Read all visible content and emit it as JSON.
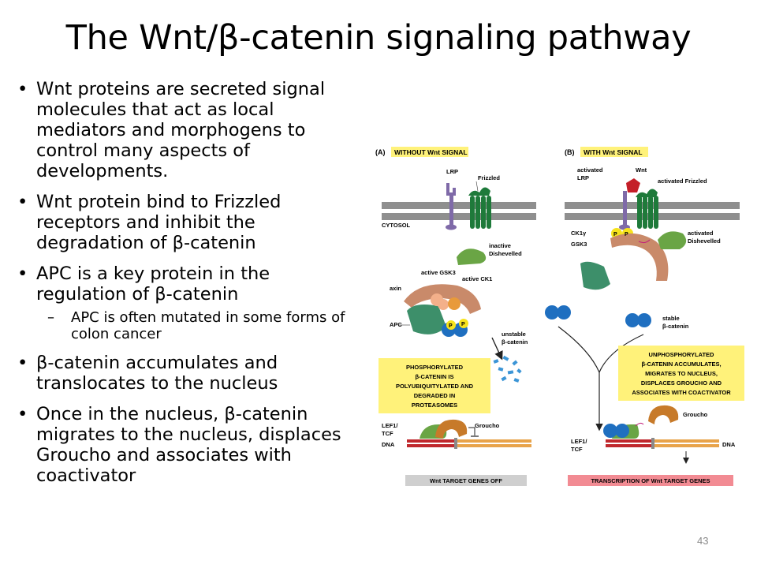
{
  "slide": {
    "title": "The Wnt/β-catenin signaling pathway",
    "page_number": "43"
  },
  "bullets": [
    {
      "text": "Wnt proteins are secreted signal molecules that act as local mediators and morphogens to control many aspects of developments."
    },
    {
      "text": "Wnt protein bind to Frizzled receptors and inhibit the degradation of β-catenin"
    },
    {
      "text": "APC is a key protein in the regulation of β-catenin",
      "sub": "APC is often mutated in some forms of colon cancer"
    },
    {
      "text": "β-catenin accumulates and translocates to the nucleus"
    },
    {
      "text": "Once in the nucleus, β-catenin migrates to the nucleus, displaces Groucho and associates with coactivator"
    }
  ],
  "sub_dash": "–",
  "figure": {
    "panel_a": {
      "letter": "(A)",
      "title": "WITHOUT Wnt SIGNAL",
      "labels": {
        "lrp": "LRP",
        "frizzled": "Frizzled",
        "cytosol": "CYTOSOL",
        "inactive": "inactive",
        "dishevelled": "Dishevelled",
        "active_gsk3": "active GSK3",
        "active_ck1": "active CK1",
        "axin": "axin",
        "apc": "APC",
        "p": "P",
        "unstable": "unstable",
        "beta_catenin": "β-catenin",
        "box": [
          "PHOSPHORYLATED",
          "β-CATENIN IS",
          "POLYUBIQUITYLATED AND",
          "DEGRADED IN",
          "PROTEASOMES"
        ],
        "lef1": "LEF1/",
        "tcf": "TCF",
        "groucho": "Groucho",
        "dna": "DNA",
        "banner": "Wnt TARGET GENES OFF"
      }
    },
    "panel_b": {
      "letter": "(B)",
      "title": "WITH Wnt SIGNAL",
      "labels": {
        "activated": "activated",
        "lrp": "LRP",
        "wnt": "Wnt",
        "activated_frizzled": "activated Frizzled",
        "ck1": "CK1γ",
        "gsk3": "GSK3",
        "p": "P",
        "activated2": "activated",
        "dishevelled": "Dishevelled",
        "stable": "stable",
        "beta_catenin": "β-catenin",
        "box": [
          "UNPHOSPHORYLATED",
          "β-CATENIN ACCUMULATES,",
          "MIGRATES TO NUCLEUS,",
          "DISPLACES GROUCHO AND",
          "ASSOCIATES WITH COACTIVATOR"
        ],
        "groucho": "Groucho",
        "lef1": "LEF1/",
        "tcf": "TCF",
        "dna": "DNA",
        "banner": "TRANSCRIPTION OF Wnt TARGET GENES"
      }
    },
    "colors": {
      "membrane": "#8f8f8f",
      "lrp": "#7f6aa8",
      "frizzled": "#1e7a3a",
      "dishevelled": "#6aa545",
      "gsk3": "#3d8f6a",
      "axin": "#c98a6a",
      "ck1": "#f3b08a",
      "p_bubble": "#f7e31c",
      "beta_catenin": "#1f6fc0",
      "yellow_box": "#fff27a",
      "groucho": "#c77a2a",
      "dna_red": "#c0282d",
      "dna_orange": "#e8a34a",
      "wnt": "#c41f28",
      "banner_off": "#cfcfcf",
      "banner_on": "#f28b93",
      "title_highlight": "#fff27a"
    }
  }
}
